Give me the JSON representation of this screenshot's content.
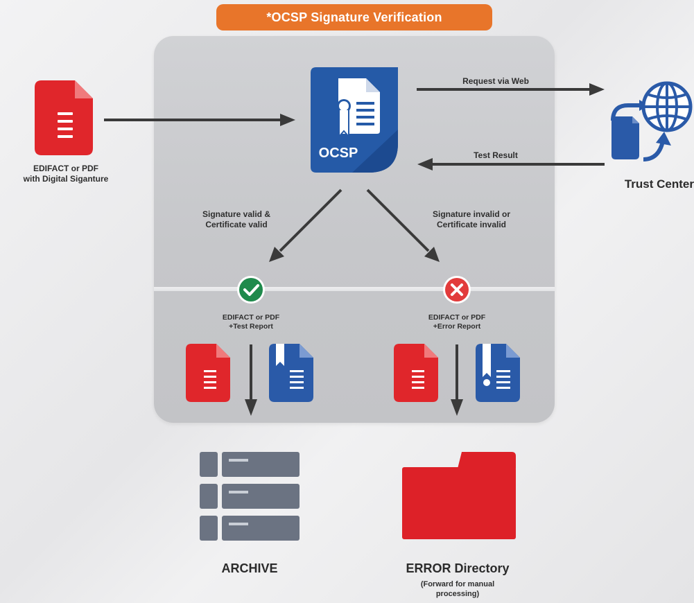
{
  "title": "*OCSP Signature Verification",
  "input": {
    "label_line1": "EDIFACT or PDF",
    "label_line2": "with Digital Siganture",
    "icon": "pdf-document-icon"
  },
  "ocsp": {
    "label": "OCSP",
    "icon": "certificate-icon"
  },
  "trust_center": {
    "label": "Trust Center",
    "icon": "globe-transfer-icon"
  },
  "arrows": {
    "request": "Request via Web",
    "result": "Test Result"
  },
  "branches": {
    "valid": {
      "condition_line1": "Signature valid &",
      "condition_line2": "Certificate valid",
      "status_icon": "check-icon",
      "status_color": "#1f8a4c",
      "output_line1": "EDIFACT or PDF",
      "output_line2": "+Test Report",
      "destination": "ARCHIVE",
      "destination_icon": "server-archive-icon"
    },
    "invalid": {
      "condition_line1": "Signature invalid or",
      "condition_line2": "Certificate invalid",
      "status_icon": "x-icon",
      "status_color": "#e23b3b",
      "output_line1": "EDIFACT or PDF",
      "output_line2": "+Error Report",
      "destination": "ERROR Directory",
      "destination_sub_line1": "(Forward for manual",
      "destination_sub_line2": "processing)",
      "destination_icon": "folder-icon"
    }
  },
  "colors": {
    "accent_orange": "#e8752a",
    "doc_red": "#e0262b",
    "doc_blue": "#2a5aa8",
    "archive_gray": "#6b7382",
    "folder_red": "#dd2128"
  }
}
